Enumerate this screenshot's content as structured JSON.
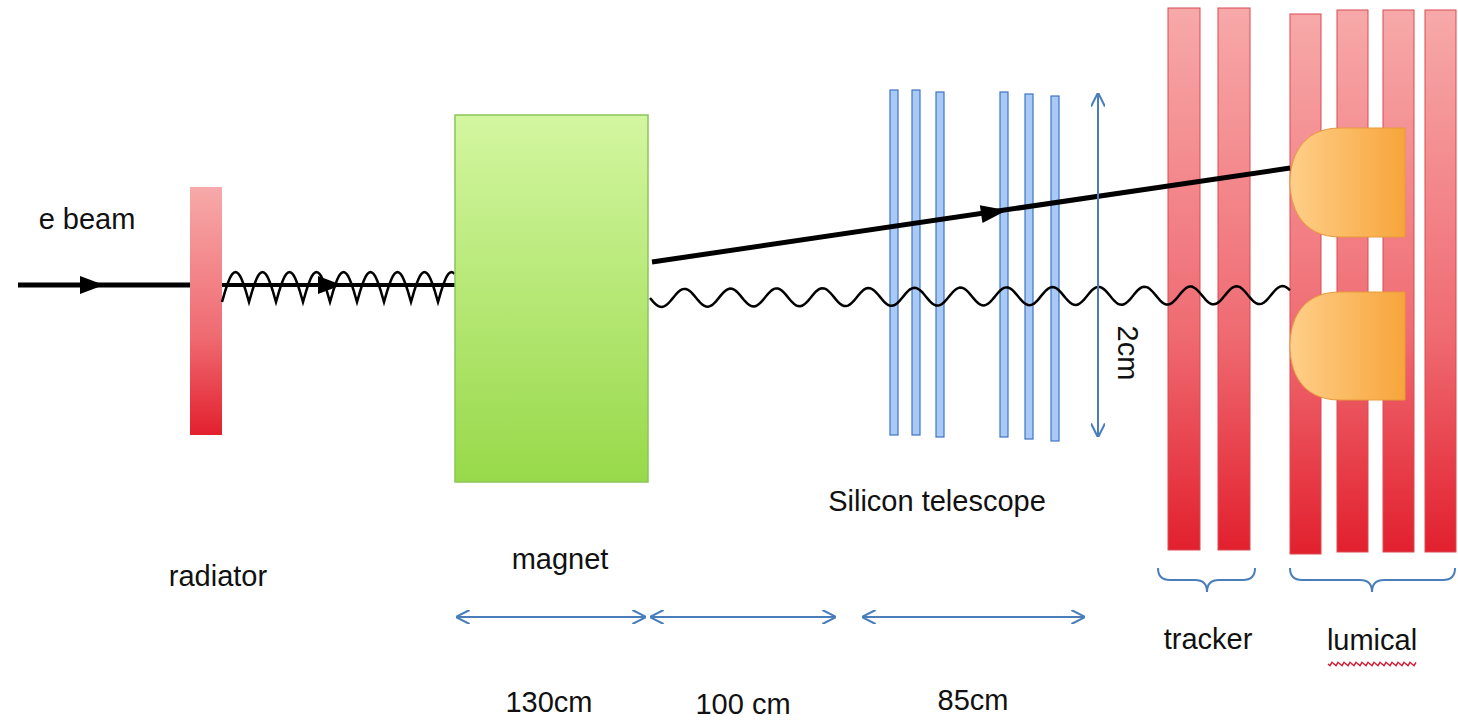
{
  "diagram": {
    "labels": [
      "e beam",
      "radiator",
      "magnet",
      "Silicon telescope",
      "2cm",
      "tracker",
      "lumical",
      "130cm",
      "100 cm",
      "85cm"
    ]
  }
}
